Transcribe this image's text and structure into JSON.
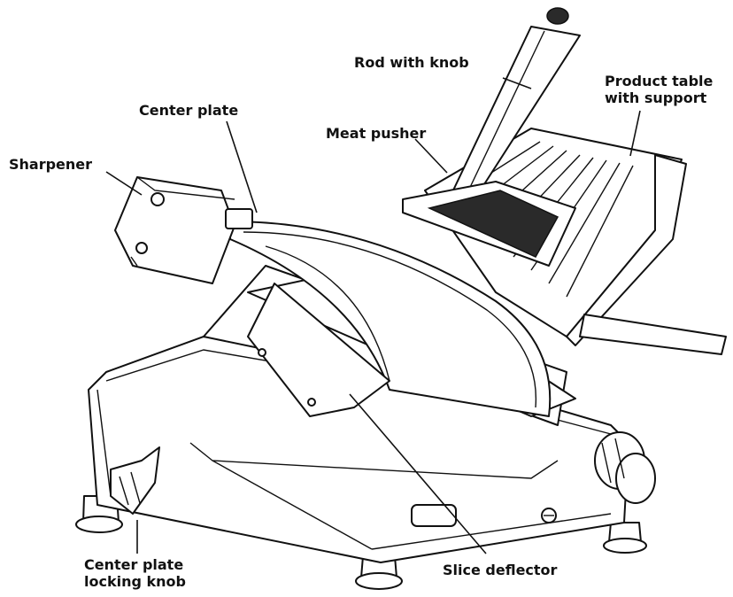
{
  "labels": {
    "rod_with_knob": "Rod with knob",
    "product_table": [
      "Product table",
      "with support"
    ],
    "center_plate": "Center plate",
    "meat_pusher": "Meat pusher",
    "sharpener": "Sharpener",
    "center_plate_locking_knob": [
      "Center plate",
      "locking knob"
    ],
    "slice_deflector": "Slice deflector"
  }
}
